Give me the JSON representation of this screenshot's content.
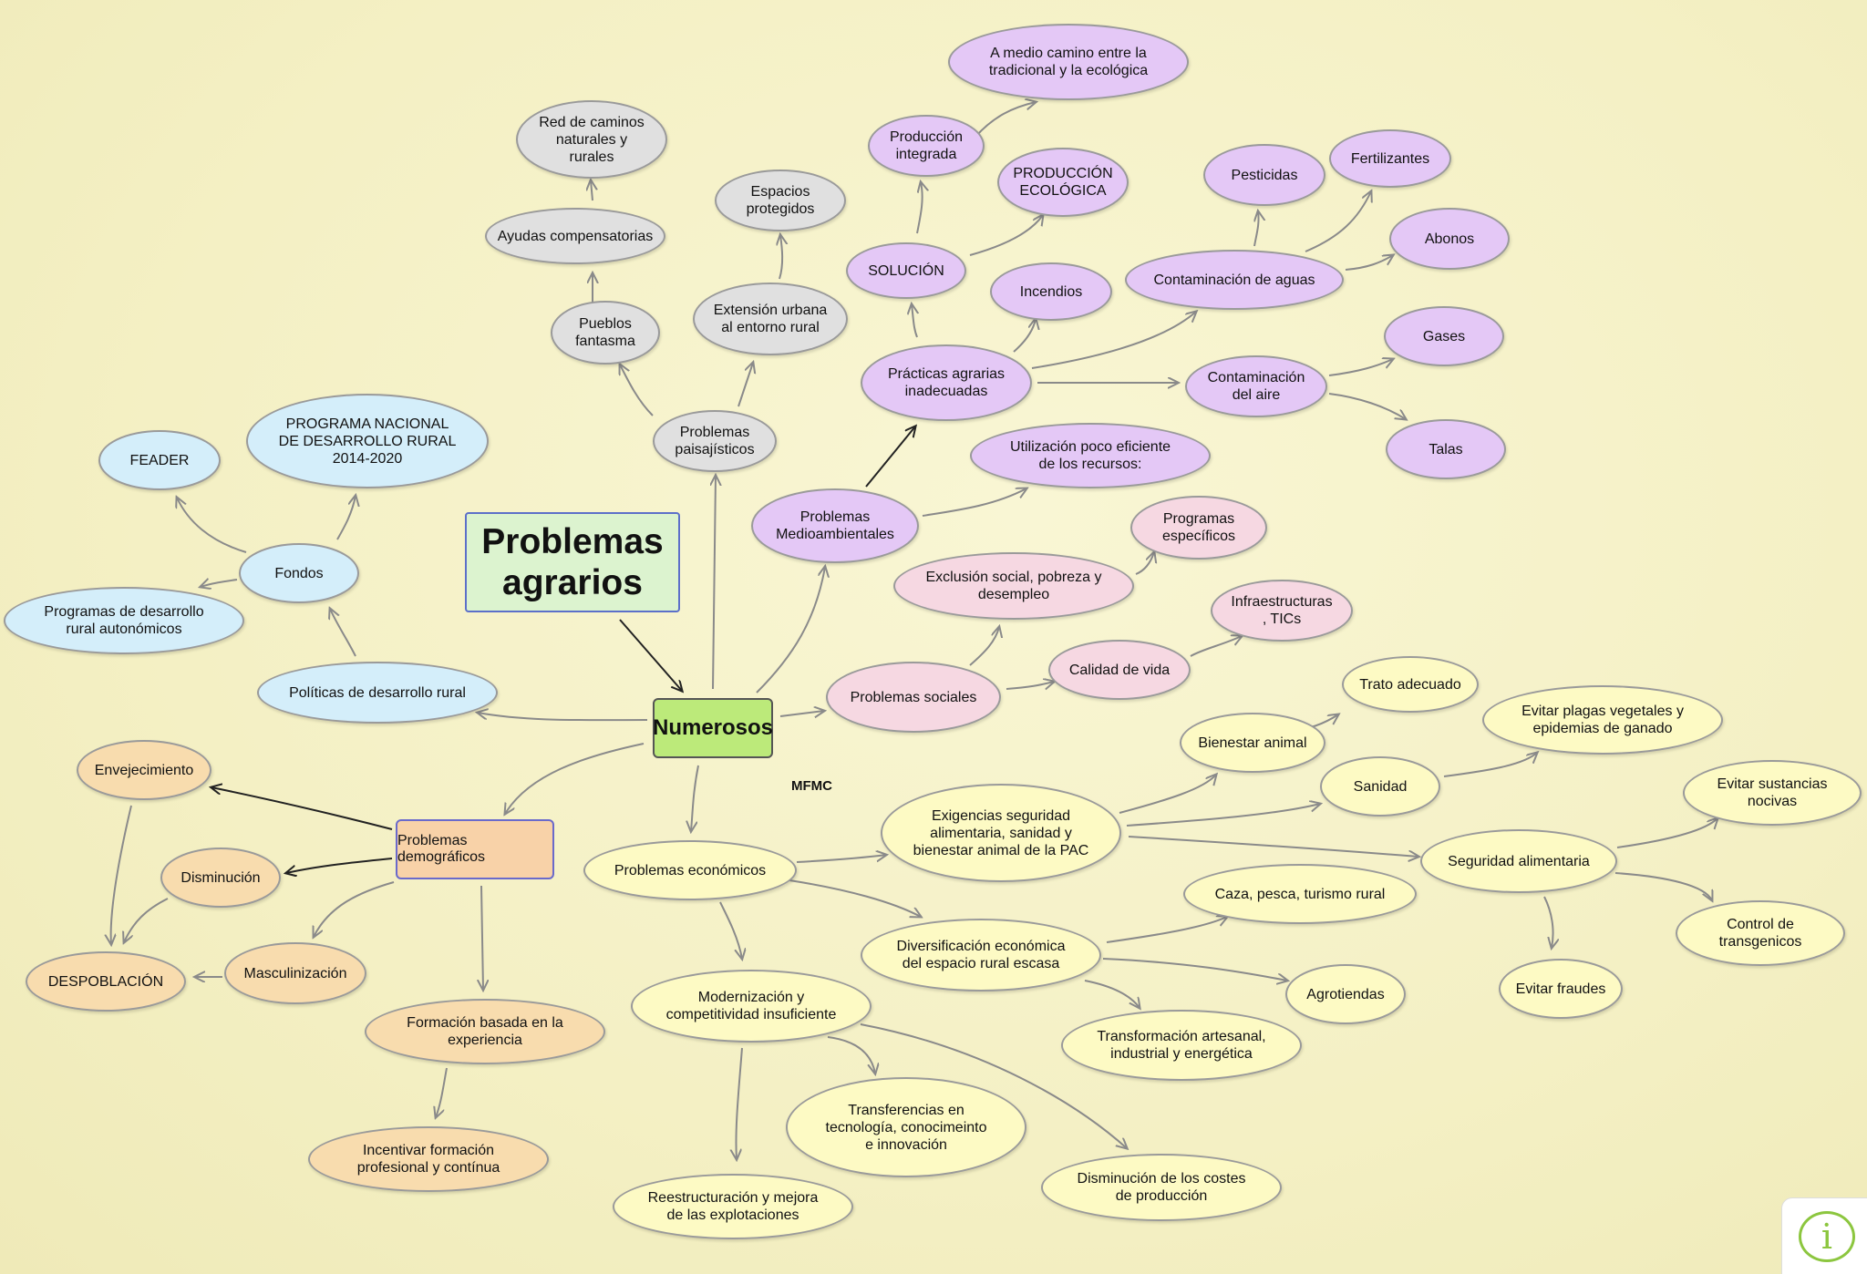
{
  "title": "Problemas\nagrarios",
  "center": "Numerosos",
  "demographic_box": "Problemas demográficos",
  "signature": "MFMC",
  "info_icon_label": "i",
  "colors": {
    "gray": "#e0e0e0",
    "purple": "#e4c8f6",
    "pink": "#f6d8e2",
    "blue": "#d4eefa",
    "orange": "#f8dcae",
    "yellow": "#fdfac4"
  },
  "nodes": {
    "red_caminos": "Red de caminos\nnaturales y\nrurales",
    "ayudas": "Ayudas compensatorias",
    "pueblos": "Pueblos\nfantasma",
    "espacios": "Espacios\nprotegidos",
    "extension": "Extensión urbana\nal entorno rural",
    "paisajisticos": "Problemas\npaisajísticos",
    "medio_camino": "A medio camino entre la\ntradicional y la ecológica",
    "integrada": "Producción\nintegrada",
    "ecologica": "PRODUCCIÓN\nECOLÓGICA",
    "solucion": "SOLUCIÓN",
    "incendios": "Incendios",
    "pesticidas": "Pesticidas",
    "fertilizantes": "Fertilizantes",
    "abonos": "Abonos",
    "cont_aguas": "Contaminación de aguas",
    "practicas": "Prácticas agrarias\ninadecuadas",
    "cont_aire": "Contaminación\ndel aire",
    "gases": "Gases",
    "talas": "Talas",
    "utilizacion": "Utilización poco eficiente\nde los recursos:",
    "medioambientales": "Problemas\nMedioambientales",
    "programas_esp": "Programas\nespecíficos",
    "exclusion": "Exclusión social, pobreza y\ndesempleo",
    "infraestructuras": "Infraestructuras\n, TICs",
    "calidad": "Calidad de vida",
    "sociales": "Problemas sociales",
    "feader": "FEADER",
    "pndr": "PROGRAMA NACIONAL\nDE DESARROLLO RURAL\n2014-2020",
    "fondos": "Fondos",
    "prog_autonomicos": "Programas de desarrollo\nrural autonómicos",
    "politicas": "Políticas de desarrollo rural",
    "envejecimiento": "Envejecimiento",
    "disminucion": "Disminución",
    "masculinizacion": "Masculinización",
    "despoblacion": "DESPOBLACIÓN",
    "formacion": "Formación basada en la\nexperiencia",
    "incentivar": "Incentivar formación\nprofesional y contínua",
    "trato": "Trato adecuado",
    "bienestar": "Bienestar animal",
    "plagas": "Evitar plagas vegetales y\nepidemias de ganado",
    "sanidad": "Sanidad",
    "sustancias": "Evitar sustancias\nnocivas",
    "exigencias": "Exigencias seguridad\nalimentaria, sanidad y\nbienestar animal de la PAC",
    "seguridad": "Seguridad alimentaria",
    "transgenicos": "Control de\ntransgenicos",
    "fraudes": "Evitar fraudes",
    "economicos": "Problemas económicos",
    "caza": "Caza, pesca, turismo rural",
    "diversificacion": "Diversificación económica\ndel espacio rural escasa",
    "agrotiendas": "Agrotiendas",
    "transformacion": "Transformación artesanal,\nindustrial y energética",
    "modernizacion": "Modernización y\ncompetitividad insuficiente",
    "transferencias": "Transferencias en\ntecnología,  conocimeinto\ne innovación",
    "reestructuracion": "Reestructuración y mejora\nde las explotaciones",
    "costes": "Disminución de los costes\nde producción"
  }
}
